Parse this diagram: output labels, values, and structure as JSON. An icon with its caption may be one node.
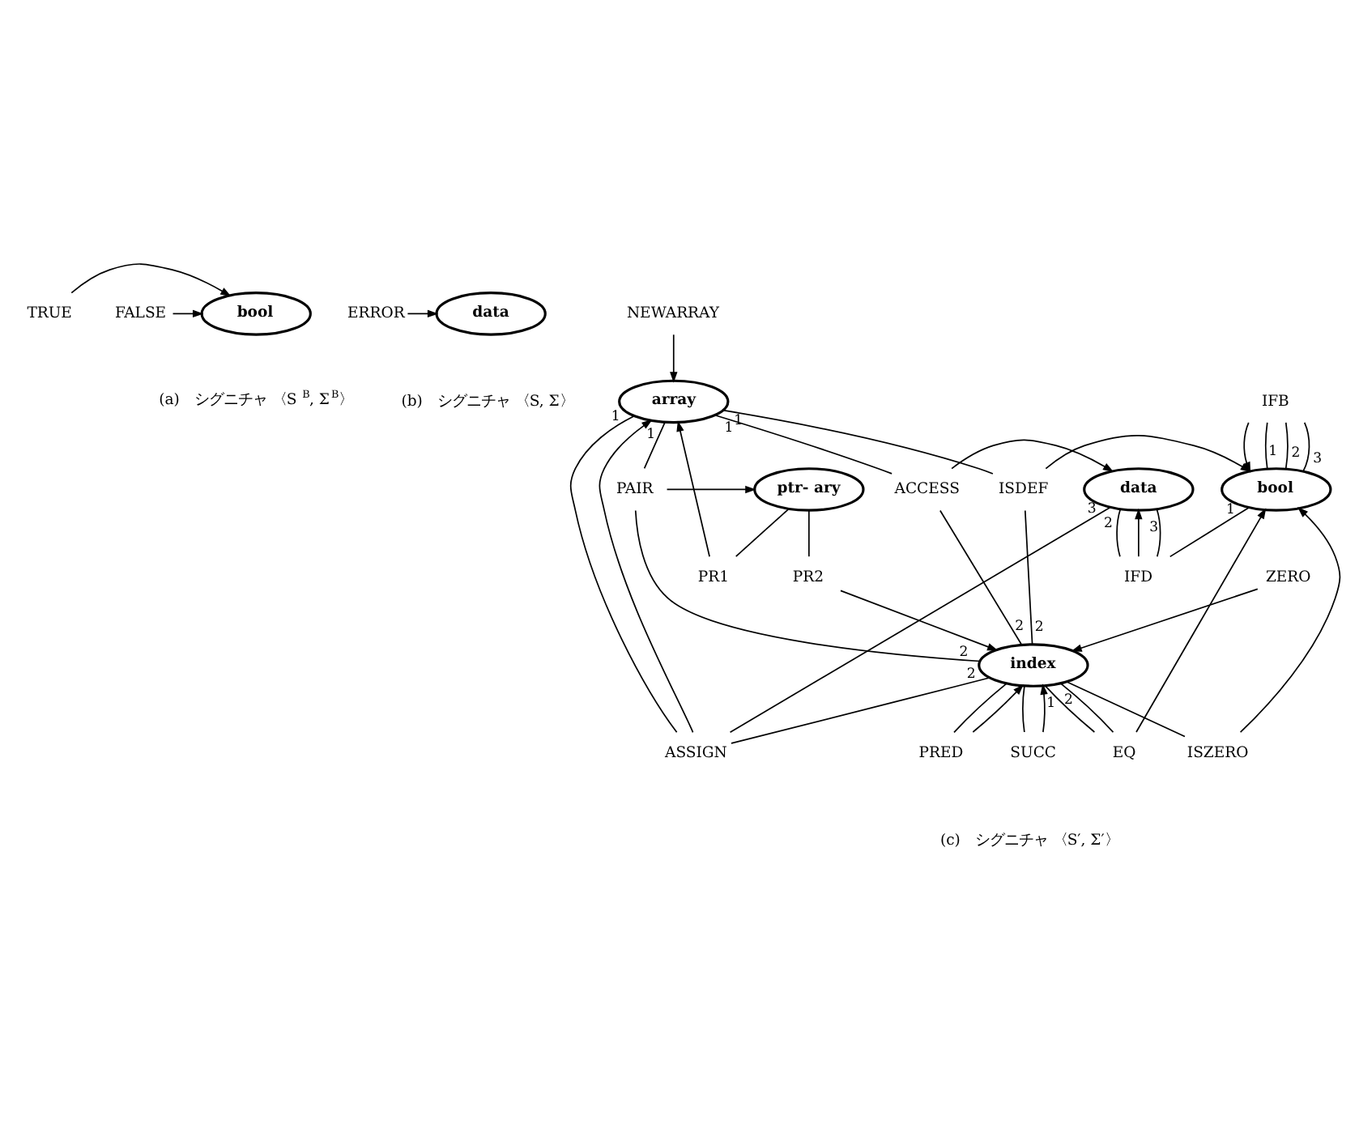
{
  "diagram": {
    "nodes": [
      {
        "text": [
          "TRUE"
        ]
      },
      {
        "text": [
          "bool"
        ]
      },
      {
        "text": [
          "FALSE"
        ]
      },
      {
        "text": [
          "ERROR"
        ]
      },
      {
        "text": [
          "data"
        ]
      },
      {
        "text": [
          "NEWARRAY"
        ]
      },
      {
        "text": [
          "array"
        ]
      },
      {
        "text": [
          "PR1"
        ]
      },
      {
        "text": [
          "ASSIGN"
        ]
      },
      {
        "text": [
          "ptr- ary"
        ]
      },
      {
        "text": [
          "PAIR"
        ]
      },
      {
        "text": [
          "ISDEF"
        ]
      },
      {
        "text": [
          "IFB"
        ]
      },
      {
        "text": [
          "bool"
        ]
      },
      {
        "text": [
          "data"
        ]
      },
      {
        "text": [
          "ACCESS"
        ]
      },
      {
        "text": [
          "IFD"
        ]
      },
      {
        "text": [
          "EQ"
        ]
      },
      {
        "text": [
          "ISZERO"
        ]
      },
      {
        "text": [
          "PR2"
        ]
      },
      {
        "text": [
          "index"
        ]
      },
      {
        "text": [
          "SUCC"
        ]
      },
      {
        "text": [
          "PRED"
        ]
      },
      {
        "text": [
          "ZERO"
        ]
      }
    ],
    "edges": [
      {
        "from": 0,
        "to": 1,
        "arrow": "to"
      },
      {
        "from": 2,
        "to": 1,
        "arrow": "to"
      },
      {
        "from": 3,
        "to": 4,
        "arrow": "to"
      },
      {
        "from": 5,
        "to": 6,
        "arrow": "to"
      },
      {
        "from": 9,
        "to": 7,
        "arrow": "none"
      },
      {
        "from": 7,
        "to": 6,
        "arrow": "to"
      },
      {
        "from": 9,
        "to": 19,
        "arrow": "none"
      },
      {
        "from": 19,
        "to": 20,
        "arrow": "to"
      },
      {
        "from": 10,
        "to": 9,
        "arrow": "to"
      },
      {
        "from": 6,
        "to": 10,
        "arrow": "none",
        "label": "1"
      },
      {
        "from": 20,
        "to": 10,
        "arrow": "none",
        "label": "2"
      },
      {
        "from": 11,
        "to": 13,
        "arrow": "to"
      },
      {
        "from": 6,
        "to": 11,
        "arrow": "none",
        "label": "1"
      },
      {
        "from": 20,
        "to": 11,
        "arrow": "none",
        "label": "2"
      },
      {
        "from": 8,
        "to": 6,
        "arrow": "to"
      },
      {
        "from": 6,
        "to": 8,
        "arrow": "none",
        "label": "1"
      },
      {
        "from": 20,
        "to": 8,
        "arrow": "none",
        "label": "2"
      },
      {
        "from": 14,
        "to": 8,
        "arrow": "none",
        "label": "3"
      },
      {
        "from": 15,
        "to": 14,
        "arrow": "to"
      },
      {
        "from": 6,
        "to": 15,
        "arrow": "none",
        "label": "1"
      },
      {
        "from": 20,
        "to": 15,
        "arrow": "none",
        "label": "2"
      },
      {
        "from": 12,
        "to": 13,
        "arrow": "to"
      },
      {
        "from": 13,
        "to": 12,
        "arrow": "none",
        "label": "1"
      },
      {
        "from": 13,
        "to": 12,
        "arrow": "none",
        "label": "2"
      },
      {
        "from": 13,
        "to": 12,
        "arrow": "none",
        "label": "3"
      },
      {
        "from": 16,
        "to": 14,
        "arrow": "to"
      },
      {
        "from": 13,
        "to": 16,
        "arrow": "none",
        "label": "1"
      },
      {
        "from": 14,
        "to": 16,
        "arrow": "none",
        "label": "2"
      },
      {
        "from": 14,
        "to": 16,
        "arrow": "none",
        "label": "3"
      },
      {
        "from": 17,
        "to": 13,
        "arrow": "to"
      },
      {
        "from": 20,
        "to": 17,
        "arrow": "none",
        "label": "1"
      },
      {
        "from": 20,
        "to": 17,
        "arrow": "none",
        "label": "2"
      },
      {
        "from": 18,
        "to": 13,
        "arrow": "to"
      },
      {
        "from": 20,
        "to": 18,
        "arrow": "none"
      },
      {
        "from": 21,
        "to": 20,
        "arrow": "to"
      },
      {
        "from": 20,
        "to": 21,
        "arrow": "none"
      },
      {
        "from": 22,
        "to": 20,
        "arrow": "to"
      },
      {
        "from": 20,
        "to": 22,
        "arrow": "none"
      },
      {
        "from": 23,
        "to": 20,
        "arrow": "to"
      }
    ],
    "labels": [
      "(a)　シグニチャ 〈S$^{B}$, Σ$^{B}$〉",
      "(b)　シグニチャ 〈S, Σ〉",
      "(c)　シグニチャ 〈S′, Σ′〉"
    ]
  }
}
